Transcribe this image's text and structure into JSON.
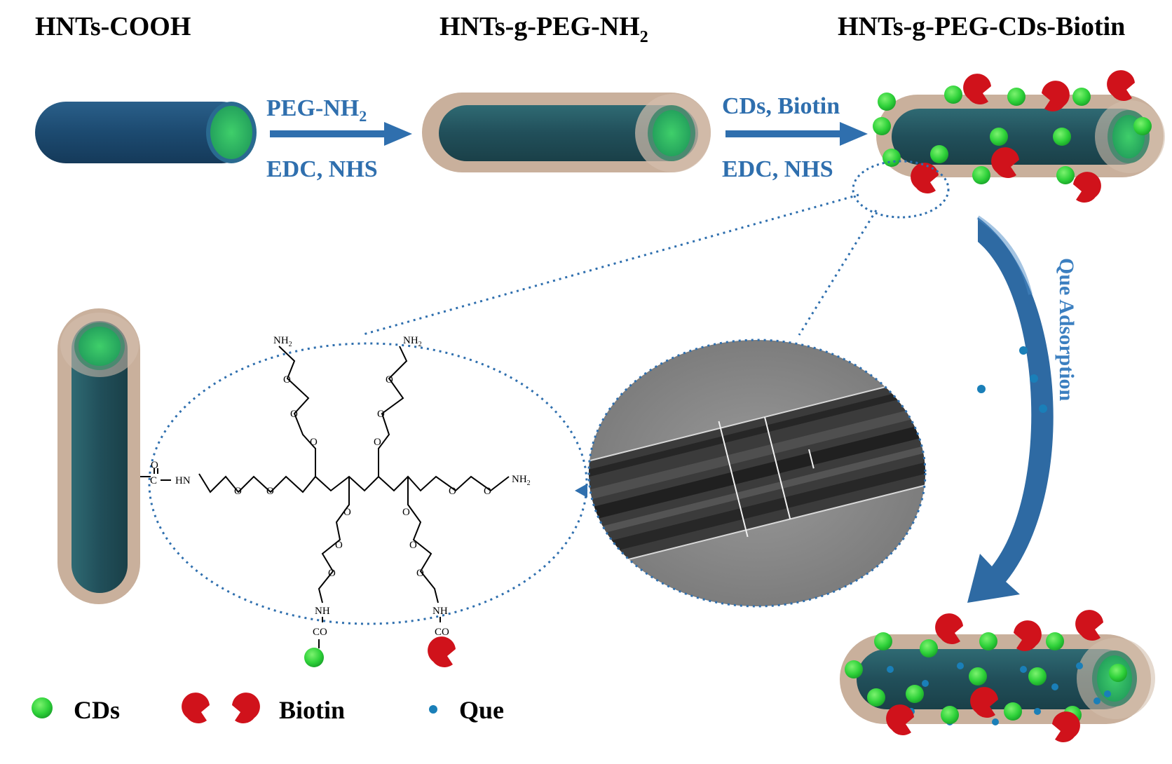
{
  "stages": {
    "stage1": "HNTs-COOH",
    "stage2_prefix": "HNTs-g-PEG-NH",
    "stage2_sub": "2",
    "stage3": "HNTs-g-PEG-CDs-Biotin"
  },
  "reactions": {
    "r1_top_prefix": "PEG-NH",
    "r1_top_sub": "2",
    "r1_bottom": "EDC, NHS",
    "r2_top": "CDs, Biotin",
    "r2_bottom": "EDC, NHS"
  },
  "adsorption_label": "Que Adsorption",
  "legend": {
    "cds": "CDs",
    "biotin": "Biotin",
    "que": "Que"
  },
  "chem": {
    "nh2": "NH",
    "nh2_sub": "2",
    "o": "O",
    "c": "C",
    "hn": "HN",
    "nh": "NH",
    "co": "CO"
  },
  "colors": {
    "tube_dark": "#1e4a6e",
    "peg_shell": "#c9b09c",
    "cds_green": "#2fd23a",
    "biotin_red": "#d0121b",
    "que_blue": "#1a7fb8",
    "arrow_blue": "#2f6fae"
  }
}
